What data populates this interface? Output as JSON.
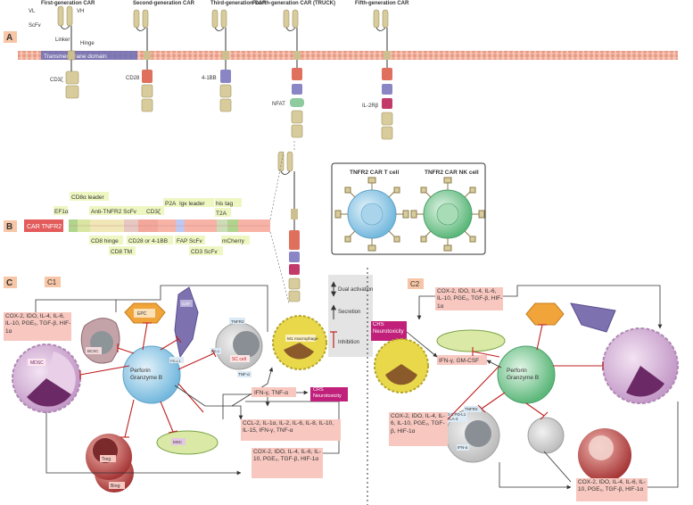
{
  "panel_a": {
    "label": "A",
    "generations": [
      {
        "title": "First-generation CAR",
        "domain": "CD3ζ"
      },
      {
        "title": "Second-generation CAR",
        "domain": "CD28"
      },
      {
        "title": "Third-generation CAR",
        "domain": "4-1BB"
      },
      {
        "title": "Fourth-generation CAR (TRUCK)",
        "domain": "NFAT"
      },
      {
        "title": "Fifth-generation CAR",
        "domain": "IL-2Rβ"
      }
    ],
    "labels": {
      "vl": "VL",
      "vh": "VH",
      "scfv": "ScFv",
      "linker": "Linker",
      "hinge": "Hinge",
      "tm": "Transmembrane domain"
    }
  },
  "panel_b": {
    "label": "B",
    "construct_name": "CAR TNFR2",
    "segments_top": [
      "EF1α",
      "CD8α leader",
      "Anti-TNFR2 ScFv",
      "CD3ζ",
      "P2A",
      "Igκ leader",
      "his tag",
      "T2A"
    ],
    "segments_bottom": [
      "CD8 hinge",
      "CD8 TM",
      "CD28 or 4-1BB",
      "FAP ScFv",
      "CD3 ScFv",
      "mCherry"
    ],
    "cell_box": {
      "t_cell": "TNFR2 CAR T cell",
      "nk_cell": "TNFR2 CAR NK cell"
    }
  },
  "legend": {
    "dual": "Dual activation",
    "secretion": "Secretion",
    "inhibition": "Inhibition"
  },
  "panel_c": {
    "label": "C",
    "c1": {
      "label": "C1",
      "box_top_left": "COX-2, IDO, IL-4, IL-6, IL-10, PGE₂, TGF-β, HIF-1α",
      "cells": {
        "mdsc": "MDSC",
        "bcsc": "BCSC",
        "epc": "EPC",
        "caf": "CAF",
        "tnfr2": "TNFR2",
        "pd1": "PD-1",
        "pdl1": "PD-L1",
        "sc_cell": "SC cell",
        "tnf_alpha": "TNF-α",
        "m1": "M1 macrophage",
        "treg": "Treg",
        "breg": "Breg",
        "msc": "MSC"
      },
      "center_cell": "Perforin Granzyme B",
      "ifn_label": "IFN-γ, TNF-α",
      "crs": "CRS Neurotoxicity",
      "box_ccl": "CCL-2, IL-1α, IL-2, IL-6, IL-8, IL-10, IL-15, IFN-γ, TNF-α",
      "box_bottom": "COX-2, IDO, IL-4, IL-6, IL-10, PGE₂, TGF-β, HIF-1α"
    },
    "c2": {
      "label": "C2",
      "box_top": "COX-2, IDO, IL-4, IL-6, IL-10, PGE₂, TGF-β, HIF-1α",
      "crs": "CRS Neurotoxicity",
      "ifn_label": "IFN-γ, GM-CSF",
      "center_cell": "Perforin Granzyme B",
      "box_left": "COX-2, IDO, IL-4, IL-6, IL-10, PGE₂, TGF-β, HIF-1α",
      "checkpoints": "PD-1 PD-L1 CTLA-4",
      "ifn_alpha": "IFN-α",
      "tnfr2": "TNFR2",
      "box_bottom": "COX-2, IDO, IL-4, IL-6, IL-10, PGE₂, TGF-β, HIF-1α"
    }
  },
  "colors": {
    "panel_label_bg": "#f6c6a6",
    "pink_box": "#f8c8c0",
    "magenta": "#c0207a",
    "membrane": "#f2b7a4",
    "receptor": "#cdbf8f",
    "nfat": "#8ecb9e",
    "costim_blue": "#8a86c6",
    "cd28_red": "#e0705e"
  }
}
